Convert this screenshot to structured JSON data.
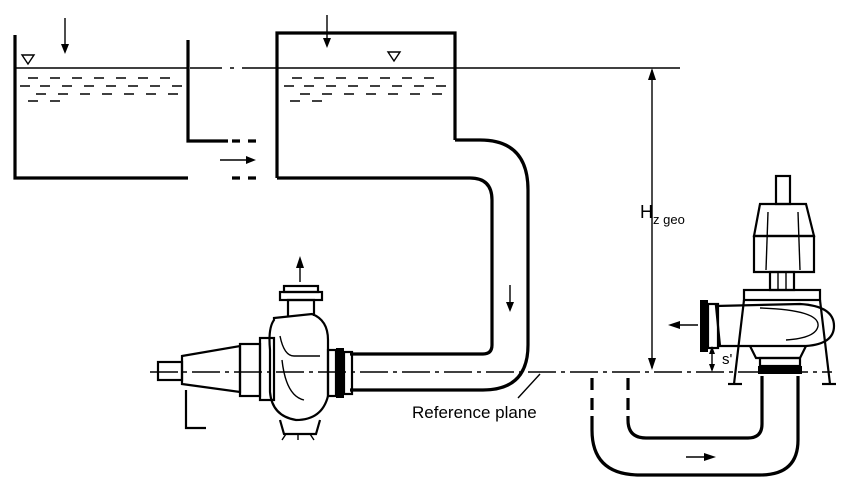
{
  "labels": {
    "reference_plane": "Reference plane",
    "height_main": "H",
    "height_sub": "z geo",
    "submergence": "s'"
  }
}
